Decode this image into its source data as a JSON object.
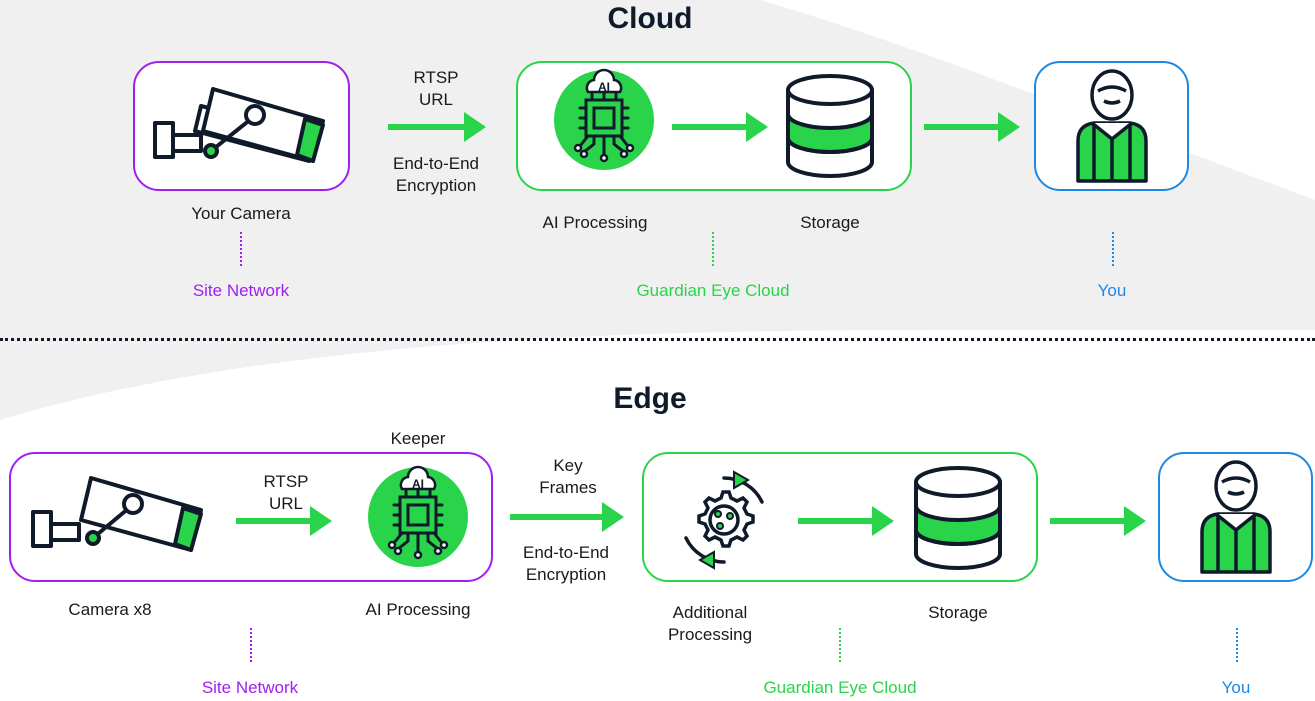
{
  "cloud": {
    "title": "Cloud",
    "camera_label": "Your Camera",
    "arrow_top": "RTSP\nURL",
    "arrow_bottom": "End-to-End\nEncryption",
    "ai_label": "AI Processing",
    "storage_label": "Storage",
    "site_network": "Site Network",
    "guardian_cloud": "Guardian Eye Cloud",
    "you": "You",
    "ai_chip_text": "AI"
  },
  "edge": {
    "title": "Edge",
    "keeper_label": "Keeper",
    "camera_label": "Camera x8",
    "arrow_top": "RTSP\nURL",
    "ai_label": "AI Processing",
    "key_frames": "Key\nFrames",
    "arrow_bottom": "End-to-End\nEncryption",
    "additional_label": "Additional\nProcessing",
    "storage_label": "Storage",
    "site_network": "Site Network",
    "guardian_cloud": "Guardian Eye Cloud",
    "you": "You",
    "ai_chip_text": "AI"
  },
  "colors": {
    "purple": "#a020f0",
    "green": "#2ad44a",
    "blue": "#1e88e5",
    "dark": "#0f1a2a"
  }
}
